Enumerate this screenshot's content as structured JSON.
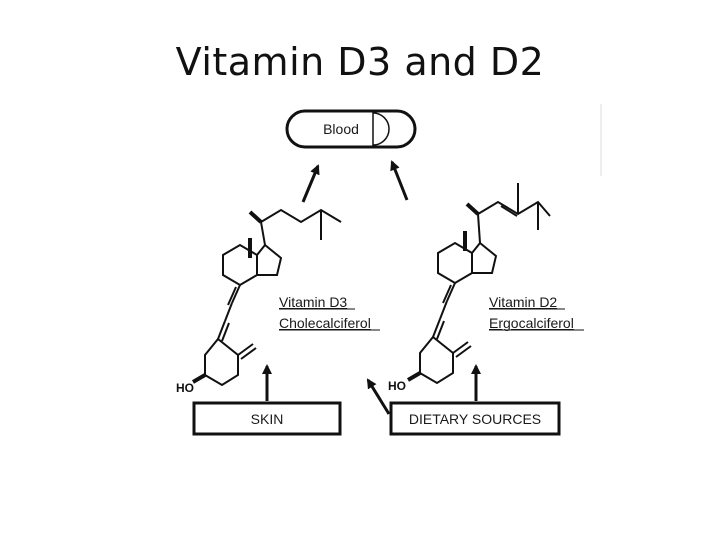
{
  "slide": {
    "title": "Vitamin D3 and D2"
  },
  "diagram": {
    "blood_label": "Blood",
    "skin_label": "SKIN",
    "dietary_label": "DIETARY SOURCES",
    "d3": {
      "name": "Vitamin D3",
      "common_name": "Cholecalciferol",
      "hydroxyl": "HO"
    },
    "d2": {
      "name": "Vitamin D2",
      "common_name": "Ergocalciferol",
      "hydroxyl": "HO"
    }
  },
  "colors": {
    "line": "#111111",
    "background": "#ffffff"
  }
}
